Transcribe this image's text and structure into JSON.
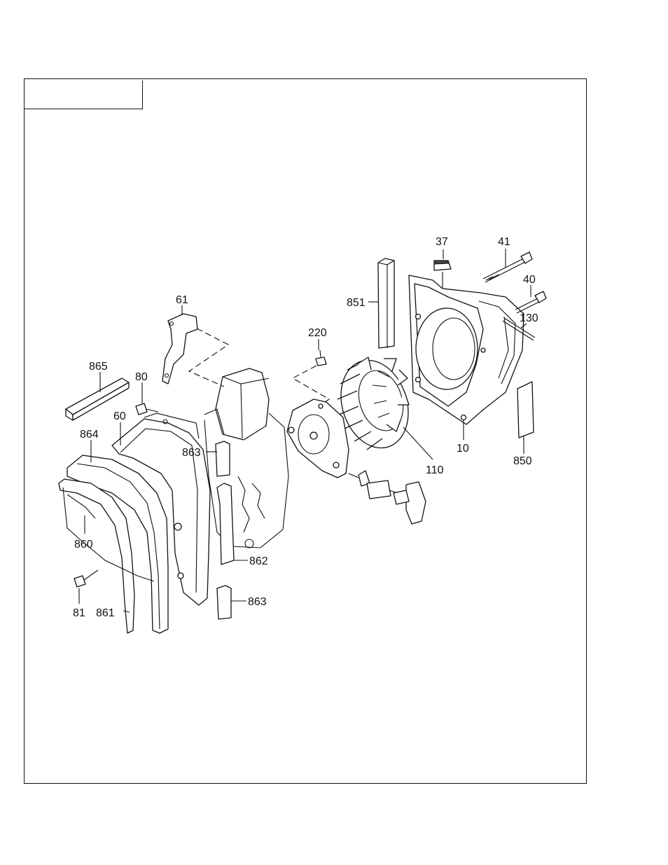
{
  "diagram": {
    "part_numbers": {
      "p10": "10",
      "p37": "37",
      "p40": "40",
      "p41": "41",
      "p60": "60",
      "p61": "61",
      "p80": "80",
      "p81": "81",
      "p110": "110",
      "p130": "130",
      "p220": "220",
      "p850": "850",
      "p851": "851",
      "p860": "860",
      "p861": "861",
      "p862": "862",
      "p863a": "863",
      "p863b": "863",
      "p864": "864",
      "p865": "865"
    }
  }
}
